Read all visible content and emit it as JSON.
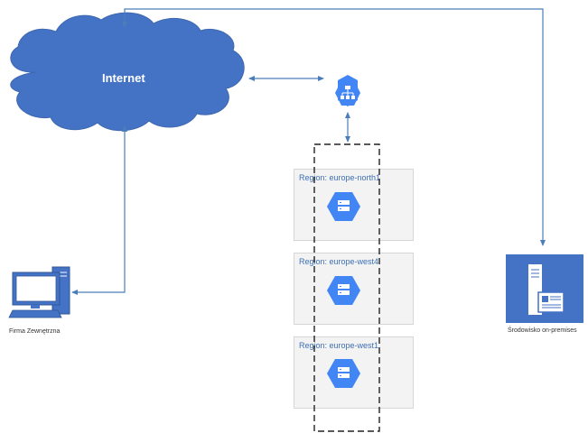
{
  "internet": {
    "label": "Internet"
  },
  "regions": [
    {
      "label": "Region: europe-north1"
    },
    {
      "label": "Region: europe-west4"
    },
    {
      "label": "Region: europe-west1"
    }
  ],
  "external_company": {
    "label": "Firma Zewnętrzna"
  },
  "on_premises": {
    "label": "Środowisko on-premises"
  },
  "icons": {
    "load_balancer": "load-balancer-icon",
    "compute": "compute-engine-icon",
    "computer": "desktop-computer-icon",
    "server": "server-icon"
  },
  "colors": {
    "cloud": "#4472c4",
    "connector": "#4a7ebb",
    "gcp_blue": "#4285f4",
    "region_bg": "#f3f3f3",
    "region_text": "#3d6fb6",
    "on_prem_bg": "#4472c4"
  }
}
